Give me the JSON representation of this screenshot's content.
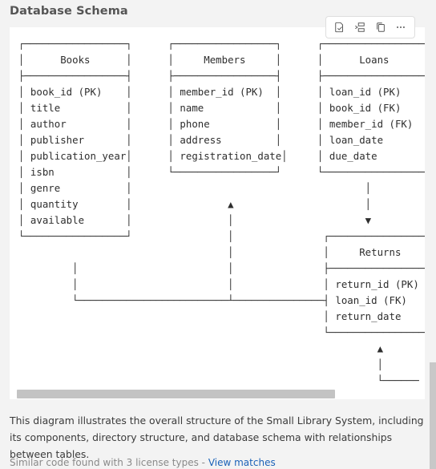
{
  "section_title": "Database Schema",
  "toolbar": {
    "items": [
      {
        "name": "apply-in-editor",
        "icon": "file-apply-icon"
      },
      {
        "name": "insert-at-cursor",
        "icon": "insert-icon"
      },
      {
        "name": "copy",
        "icon": "copy-icon"
      },
      {
        "name": "more",
        "icon": "ellipsis-icon"
      }
    ]
  },
  "diagram_lines": [
    "┌─────────────────┐      ┌─────────────────┐      ┌─────────────────┐",
    "│      Books      │      │     Members     │      │      Loans      │",
    "├─────────────────┤      ├─────────────────┤      ├─────────────────┤",
    "│ book_id (PK)    │      │ member_id (PK)  │      │ loan_id (PK)    │",
    "│ title           │      │ name            │      │ book_id (FK)    │",
    "│ author          │      │ phone           │      │ member_id (FK)  │",
    "│ publisher       │      │ address         │      │ loan_date       │",
    "│ publication_year│      │ registration_date│     │ due_date        │",
    "│ isbn            │      └─────────────────┘      └─────────────────┘",
    "│ genre           │                                       │",
    "│ quantity        │                ▲                      │",
    "│ available       │                │                      ▼",
    "└─────────────────┘                │               ┌─────────────────┐",
    "                                   │               │     Returns     │",
    "         │                         │               ├─────────────────┤",
    "         │                         │               │ return_id (PK)  │",
    "         └─────────────────────────┴───────────────┤ loan_id (FK)    │",
    "                                                   │ return_date     │",
    "                                                   └─────────────────┘",
    "                                                            ▲",
    "                                                            │",
    "                                                            └──────"
  ],
  "description": "This diagram illustrates the overall structure of the Small Library System, including its components, directory structure, and database schema with relationships between tables.",
  "similar_code": {
    "text": "Similar code found with 3 license types - ",
    "link": "View matches"
  }
}
